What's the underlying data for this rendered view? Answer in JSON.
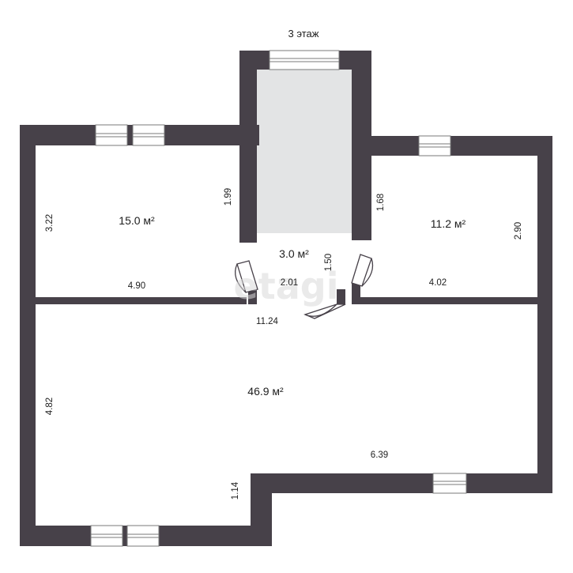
{
  "floor_title": "3 этаж",
  "watermark": "etagi",
  "colors": {
    "wall": "#474149",
    "stair_fill": "#e3e4e5",
    "window_frame": "#7a7a7a",
    "background": "#ffffff"
  },
  "rooms": [
    {
      "id": "room-left-top",
      "area": "15.0 м²"
    },
    {
      "id": "room-right-top",
      "area": "11.2 м²"
    },
    {
      "id": "room-hall",
      "area": "3.0 м²"
    },
    {
      "id": "room-bottom",
      "area": "46.9 м²"
    }
  ],
  "dimensions": {
    "left_top_height": "3.22",
    "left_top_width": "4.90",
    "shaft_left": "1.99",
    "shaft_right": "1.68",
    "right_top_height": "2.90",
    "right_top_width": "4.02",
    "hall_width": "2.01",
    "hall_depth": "1.50",
    "total_width": "11.24",
    "bottom_height": "4.82",
    "bottom_width": "6.39",
    "step_height": "1.14"
  }
}
